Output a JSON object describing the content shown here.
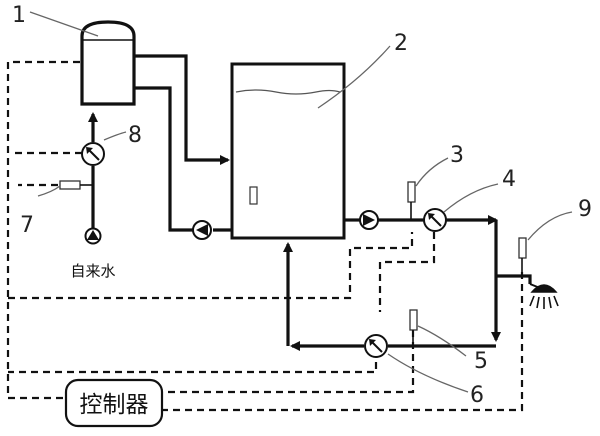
{
  "labels": {
    "n1": "1",
    "n2": "2",
    "n3": "3",
    "n4": "4",
    "n5": "5",
    "n6": "6",
    "n7": "7",
    "n8": "8",
    "n9": "9"
  },
  "tap_water": "自来水",
  "controller": "控制器"
}
